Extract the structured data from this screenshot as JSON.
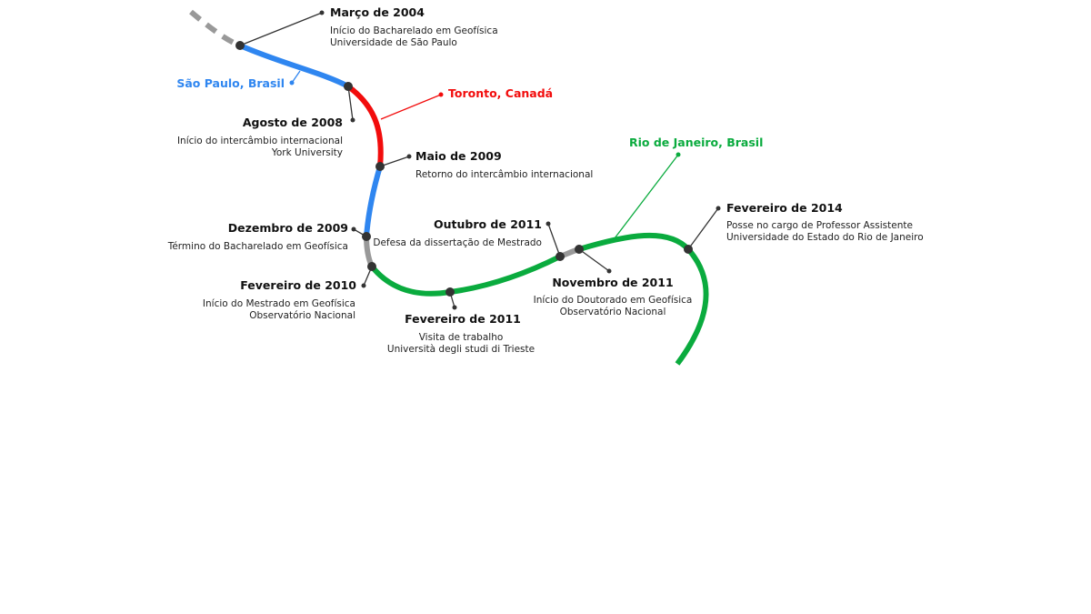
{
  "colors": {
    "sao_paulo": "#2f86f0",
    "toronto": "#f20c0c",
    "rio": "#0aab3e",
    "transition": "#999999",
    "nodes": "#333333"
  },
  "places": {
    "sao_paulo": "São Paulo, Brasil",
    "toronto": "Toronto, Canadá",
    "rio": "Rio de Janeiro, Brasil"
  },
  "events": [
    {
      "date": "Março de 2004",
      "lines": [
        "Início do Bacharelado em Geofísica",
        "Universidade de São Paulo"
      ]
    },
    {
      "date": "Agosto de 2008",
      "lines": [
        "Início do intercâmbio internacional",
        "York University"
      ]
    },
    {
      "date": "Maio de 2009",
      "lines": [
        "Retorno do intercâmbio internacional"
      ]
    },
    {
      "date": "Dezembro de 2009",
      "lines": [
        "Término do Bacharelado em Geofísica"
      ]
    },
    {
      "date": "Fevereiro de 2010",
      "lines": [
        "Início do Mestrado em Geofísica",
        "Observatório Nacional"
      ]
    },
    {
      "date": "Fevereiro de 2011",
      "lines": [
        "Visita de trabalho",
        "Università degli studi di Trieste"
      ]
    },
    {
      "date": "Outubro de 2011",
      "lines": [
        "Defesa da dissertação de Mestrado"
      ]
    },
    {
      "date": "Novembro de 2011",
      "lines": [
        "Início do Doutorado em Geofísica",
        "Observatório Nacional"
      ]
    },
    {
      "date": "Fevereiro de 2014",
      "lines": [
        "Posse no cargo de Professor Assistente",
        "Universidade do Estado do Rio de Janeiro"
      ]
    }
  ]
}
